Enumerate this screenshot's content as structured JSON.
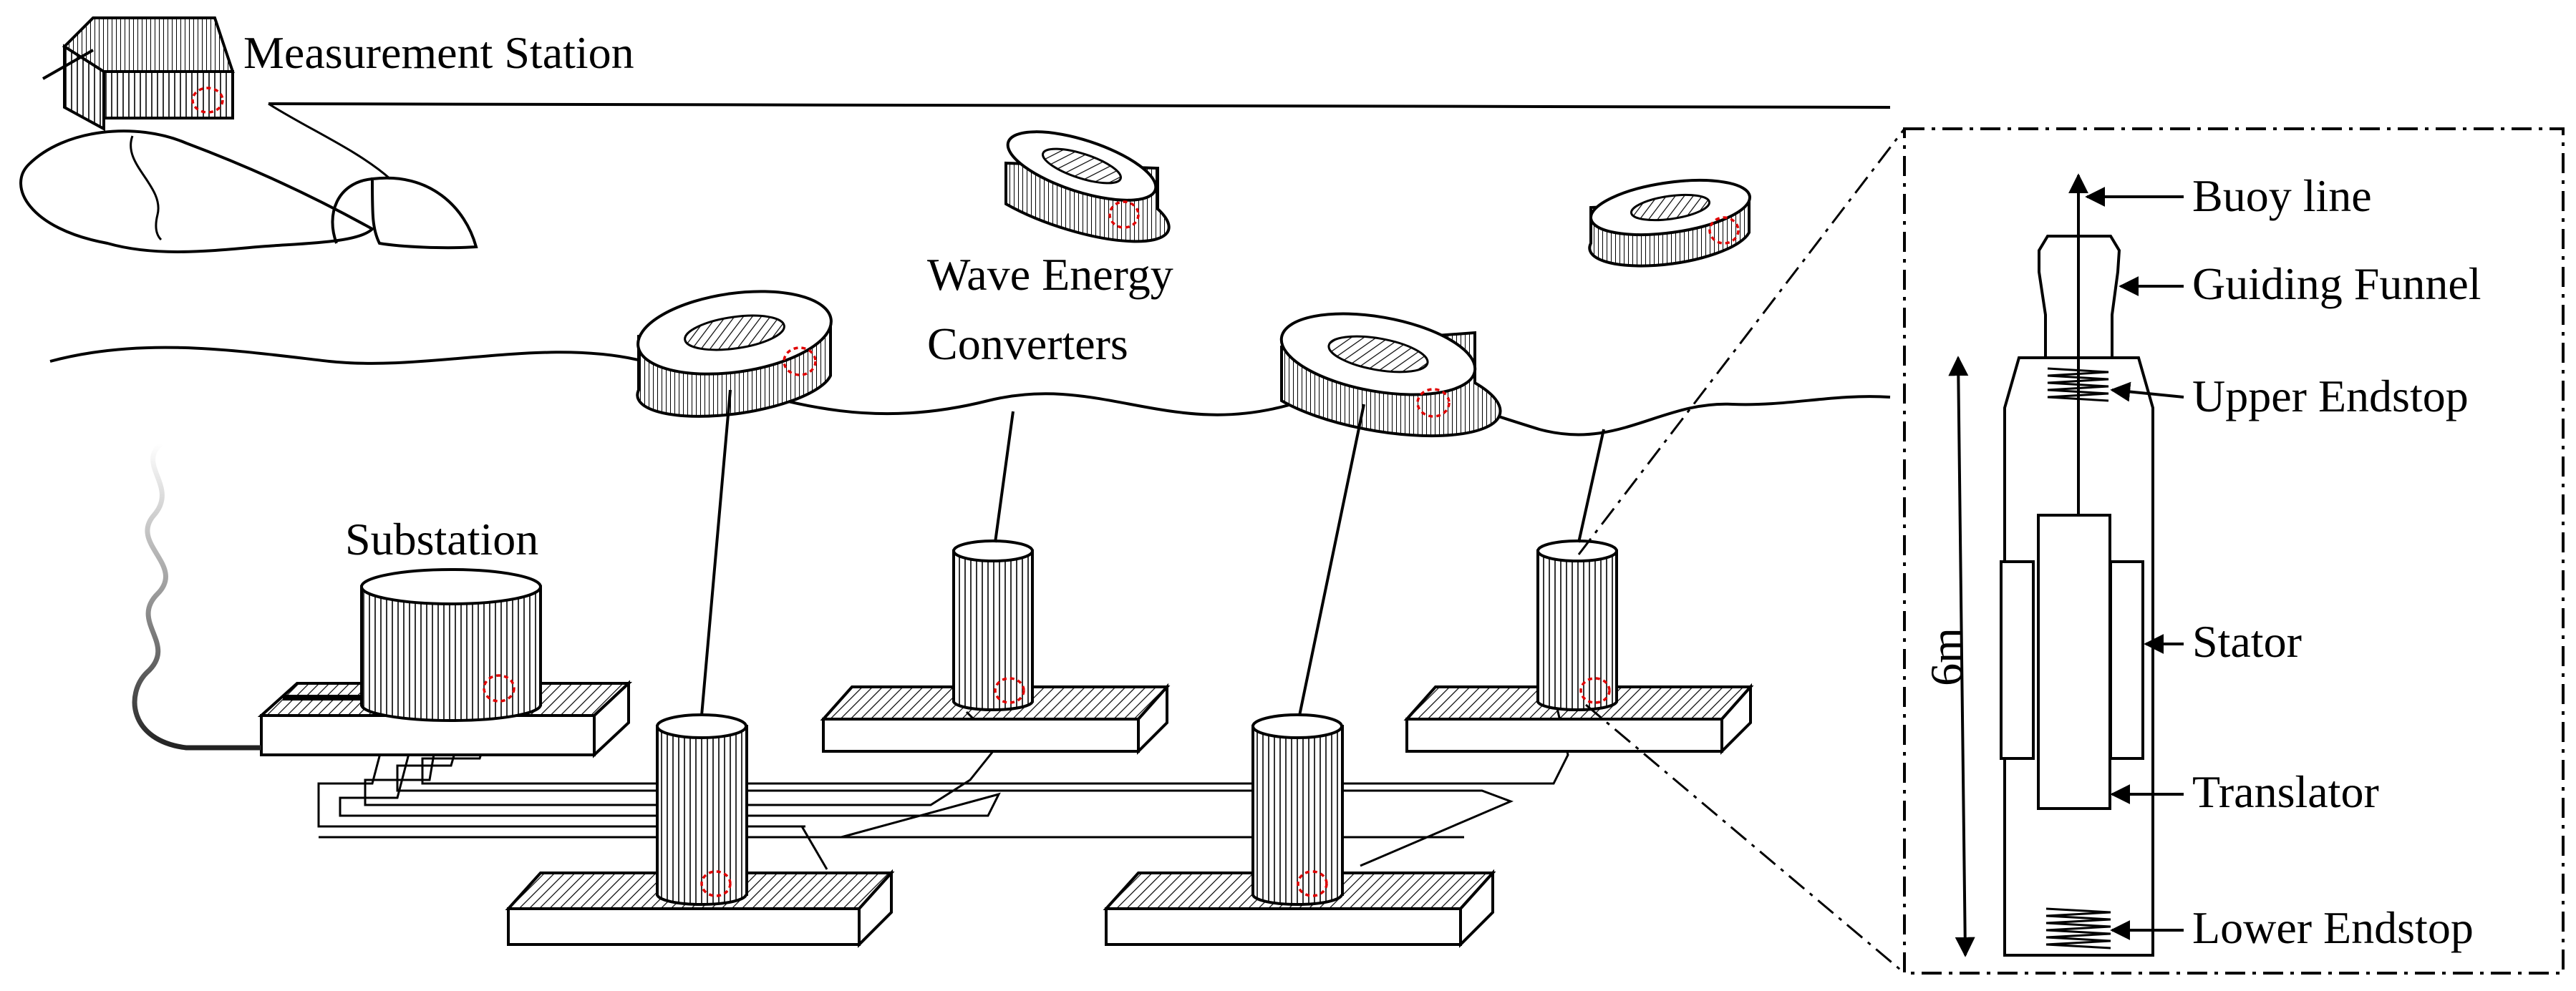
{
  "labels": {
    "measurement_station": "Measurement Station",
    "wave_energy_1": "Wave Energy",
    "wave_energy_2": "Converters",
    "substation": "Substation",
    "buoy_line": "Buoy line",
    "guiding_funnel": "Guiding Funnel",
    "upper_endstop": "Upper Endstop",
    "stator": "Stator",
    "translator": "Translator",
    "lower_endstop": "Lower Endstop",
    "height": "6m"
  },
  "colors": {
    "ink": "#000000",
    "marker": "#e00000",
    "cable_gradient_top": "#ffffff",
    "cable_gradient_bottom": "#222222"
  }
}
